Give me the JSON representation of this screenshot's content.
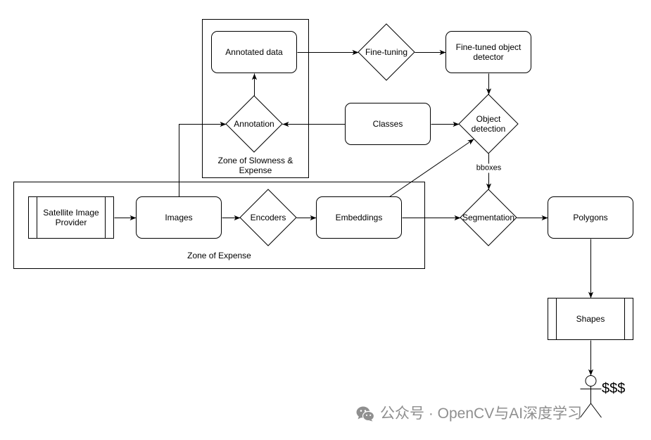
{
  "diagram": {
    "zones": {
      "slowness_and_expense": {
        "label": "Zone of Slowness & Expense"
      },
      "expense": {
        "label": "Zone of Expense"
      }
    },
    "nodes": {
      "annotated_data": {
        "label": "Annotated data"
      },
      "fine_tuning": {
        "label": "Fine-tuning"
      },
      "fine_tuned_object_detector": {
        "label": "Fine-tuned object detector"
      },
      "annotation": {
        "label": "Annotation"
      },
      "classes": {
        "label": "Classes"
      },
      "object_detection": {
        "label": "Object detection"
      },
      "satellite_image_provider": {
        "label": "Satellite Image Provider"
      },
      "images": {
        "label": "Images"
      },
      "encoders": {
        "label": "Encoders"
      },
      "embeddings": {
        "label": "Embeddings"
      },
      "segmentation": {
        "label": "Segmentation"
      },
      "polygons": {
        "label": "Polygons"
      },
      "shapes": {
        "label": "Shapes"
      }
    },
    "edge_labels": {
      "object_detection_to_segmentation": "bboxes"
    },
    "actor": {
      "label": "$$$"
    }
  },
  "watermark": {
    "icon": "wechat-icon",
    "text": "公众号 · OpenCV与AI深度学习"
  },
  "colors": {
    "background": "#ffffff",
    "stroke": "#000000",
    "shape_fill": "#ffffff",
    "watermark": "#8f8f8f"
  }
}
